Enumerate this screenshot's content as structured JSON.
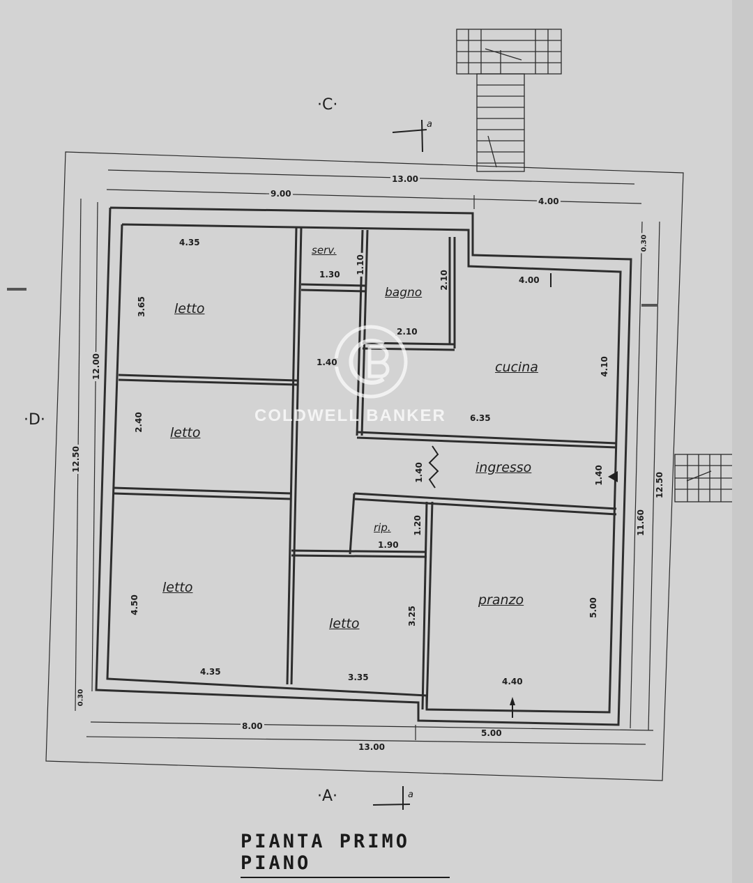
{
  "title": "PIANTA PRIMO PIANO",
  "watermark": "COLDWELL BANKER",
  "side_labels": {
    "top": "·C·",
    "left": "·D·",
    "bottom": "·A·",
    "section_top": "a",
    "section_bottom": "a"
  },
  "rooms": {
    "letto_1": "letto",
    "letto_2": "letto",
    "letto_3": "letto",
    "letto_4": "letto",
    "serv": "serv.",
    "bagno": "bagno",
    "cucina": "cucina",
    "ingresso": "ingresso",
    "rip": "rip.",
    "pranzo": "pranzo"
  },
  "dimensions": {
    "top_total": "13.00",
    "top_left": "9.00",
    "top_right": "4.00",
    "bottom_total": "13.00",
    "bottom_left": "8.00",
    "bottom_right": "5.00",
    "left_total": "12.50",
    "left_inner": "12.00",
    "right_total": "12.50",
    "right_inner": "11.60",
    "letto1_w": "4.35",
    "letto1_h": "3.65",
    "serv_w": "1.30",
    "serv_h": "1.10",
    "bagno_w": "2.10",
    "bagno_h": "2.10",
    "corridor_w": "1.40",
    "cucina_w": "4.00",
    "cucina_h": "4.10",
    "cucina_depth": "6.35",
    "letto2_h": "2.40",
    "ingresso_h": "1.40",
    "ingresso_h2": "1.40",
    "rip_w": "1.90",
    "rip_h": "1.20",
    "letto3_h": "4.50",
    "letto3_w": "4.35",
    "letto4_h": "3.25",
    "letto4_w": "3.35",
    "pranzo_w": "4.40",
    "pranzo_h": "5.00",
    "wall_top": "0.30",
    "wall_bottom": "0.30"
  }
}
